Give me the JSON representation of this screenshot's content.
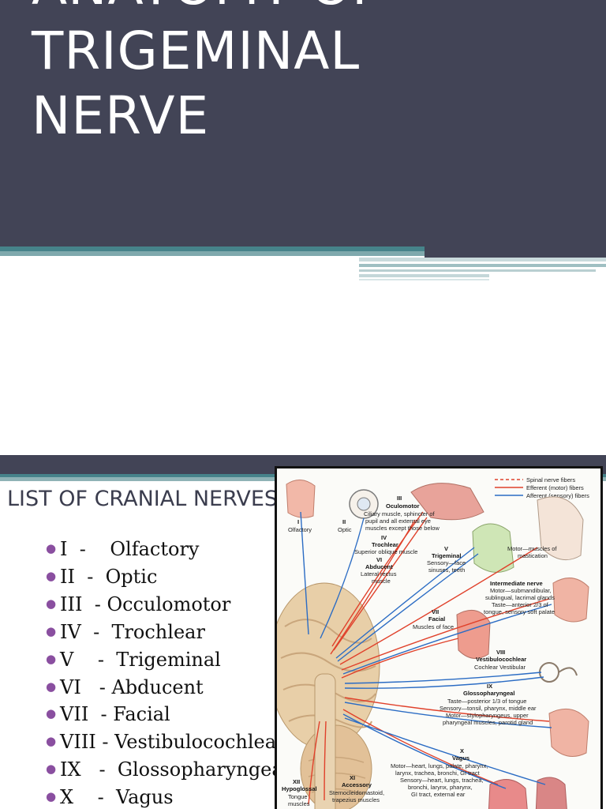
{
  "slide1": {
    "title_lines": [
      "ANATOMY OF",
      "TRIGEMINAL",
      "NERVE"
    ],
    "colors": {
      "band": "#424456",
      "accent": "#46838a",
      "text": "#ffffff"
    }
  },
  "slide2": {
    "heading": "LIST OF CRANIAL NERVES",
    "bullet_color": "#8a4fa0",
    "nerves": [
      "I  -    Olfactory",
      "II  -  Optic",
      "III  - Occulomotor",
      "IV  -  Trochlear",
      "V    -  Trigeminal",
      "VI   - Abducent",
      "VII  - Facial",
      "VIII - Vestibulocochlear",
      "IX   -  Glossopharyngeal",
      "X    -  Vagus"
    ]
  },
  "diagram": {
    "legend": [
      "Spinal nerve fibers",
      "Efferent (motor) fibers",
      "Afferent (sensory) fibers"
    ],
    "labels": {
      "olfactory_num": "I",
      "olfactory": "Olfactory",
      "optic_num": "II",
      "optic": "Optic",
      "oculomotor_num": "III",
      "oculomotor": "Oculomotor",
      "oculomotor_desc1": "Ciliary muscle, sphincter of",
      "oculomotor_desc2": "pupil and all external eye",
      "oculomotor_desc3": "muscles except those below",
      "trochlear_num": "IV",
      "trochlear": "Trochlear",
      "trochlear_desc": "Superior oblique muscle",
      "abducent_num": "VI",
      "abducent": "Abducent",
      "abducent_desc1": "Lateral rectus",
      "abducent_desc2": "muscle",
      "trigeminal_num": "V",
      "trigeminal": "Trigeminal",
      "trigeminal_desc1": "Sensory—face",
      "trigeminal_desc2": "sinuses, teeth",
      "mastication1": "Motor—muscles of",
      "mastication2": "mastication",
      "intermediate": "Intermediate nerve",
      "intermediate_desc1": "Motor—submandibular,",
      "intermediate_desc2": "sublingual, lacrimal glands",
      "intermediate_desc3": "Taste—anterior 2/3 of",
      "intermediate_desc4": "tongue, sensory soft palate",
      "facial_num": "VII",
      "facial": "Facial",
      "facial_desc": "Muscles of face",
      "vestibulo_num": "VIII",
      "vestibulo": "Vestibulocochlear",
      "vestibulo_desc": "Cochlear  Vestibular",
      "glosso_num": "IX",
      "glosso": "Glossopharyngeal",
      "glosso_desc1": "Taste—posterior 1/3 of tongue",
      "glosso_desc2": "Sensory—tonsil, pharynx, middle ear",
      "glosso_desc3": "Motor—stylopharyngeus, upper",
      "glosso_desc4": "pharyngeal muscles, parotid gland",
      "vagus_num": "X",
      "vagus": "Vagus",
      "vagus_desc1": "Motor—heart, lungs, palate, pharynx,",
      "vagus_desc2": "larynx, trachea, bronchi, GI tract",
      "vagus_desc3": "Sensory—heart, lungs, trachea,",
      "vagus_desc4": "bronchi, larynx, pharynx,",
      "vagus_desc5": "GI tract, external ear",
      "accessory_num": "XI",
      "accessory": "Accessory",
      "accessory_desc1": "Sternocleidomastoid,",
      "accessory_desc2": "trapezius muscles",
      "hypoglossal_num": "XII",
      "hypoglossal": "Hypoglossal",
      "hypoglossal_desc1": "Tongue",
      "hypoglossal_desc2": "muscles"
    },
    "colors": {
      "efferent": "#e0412b",
      "afferent": "#2b6cc4",
      "spinal": "#e0412b"
    }
  }
}
